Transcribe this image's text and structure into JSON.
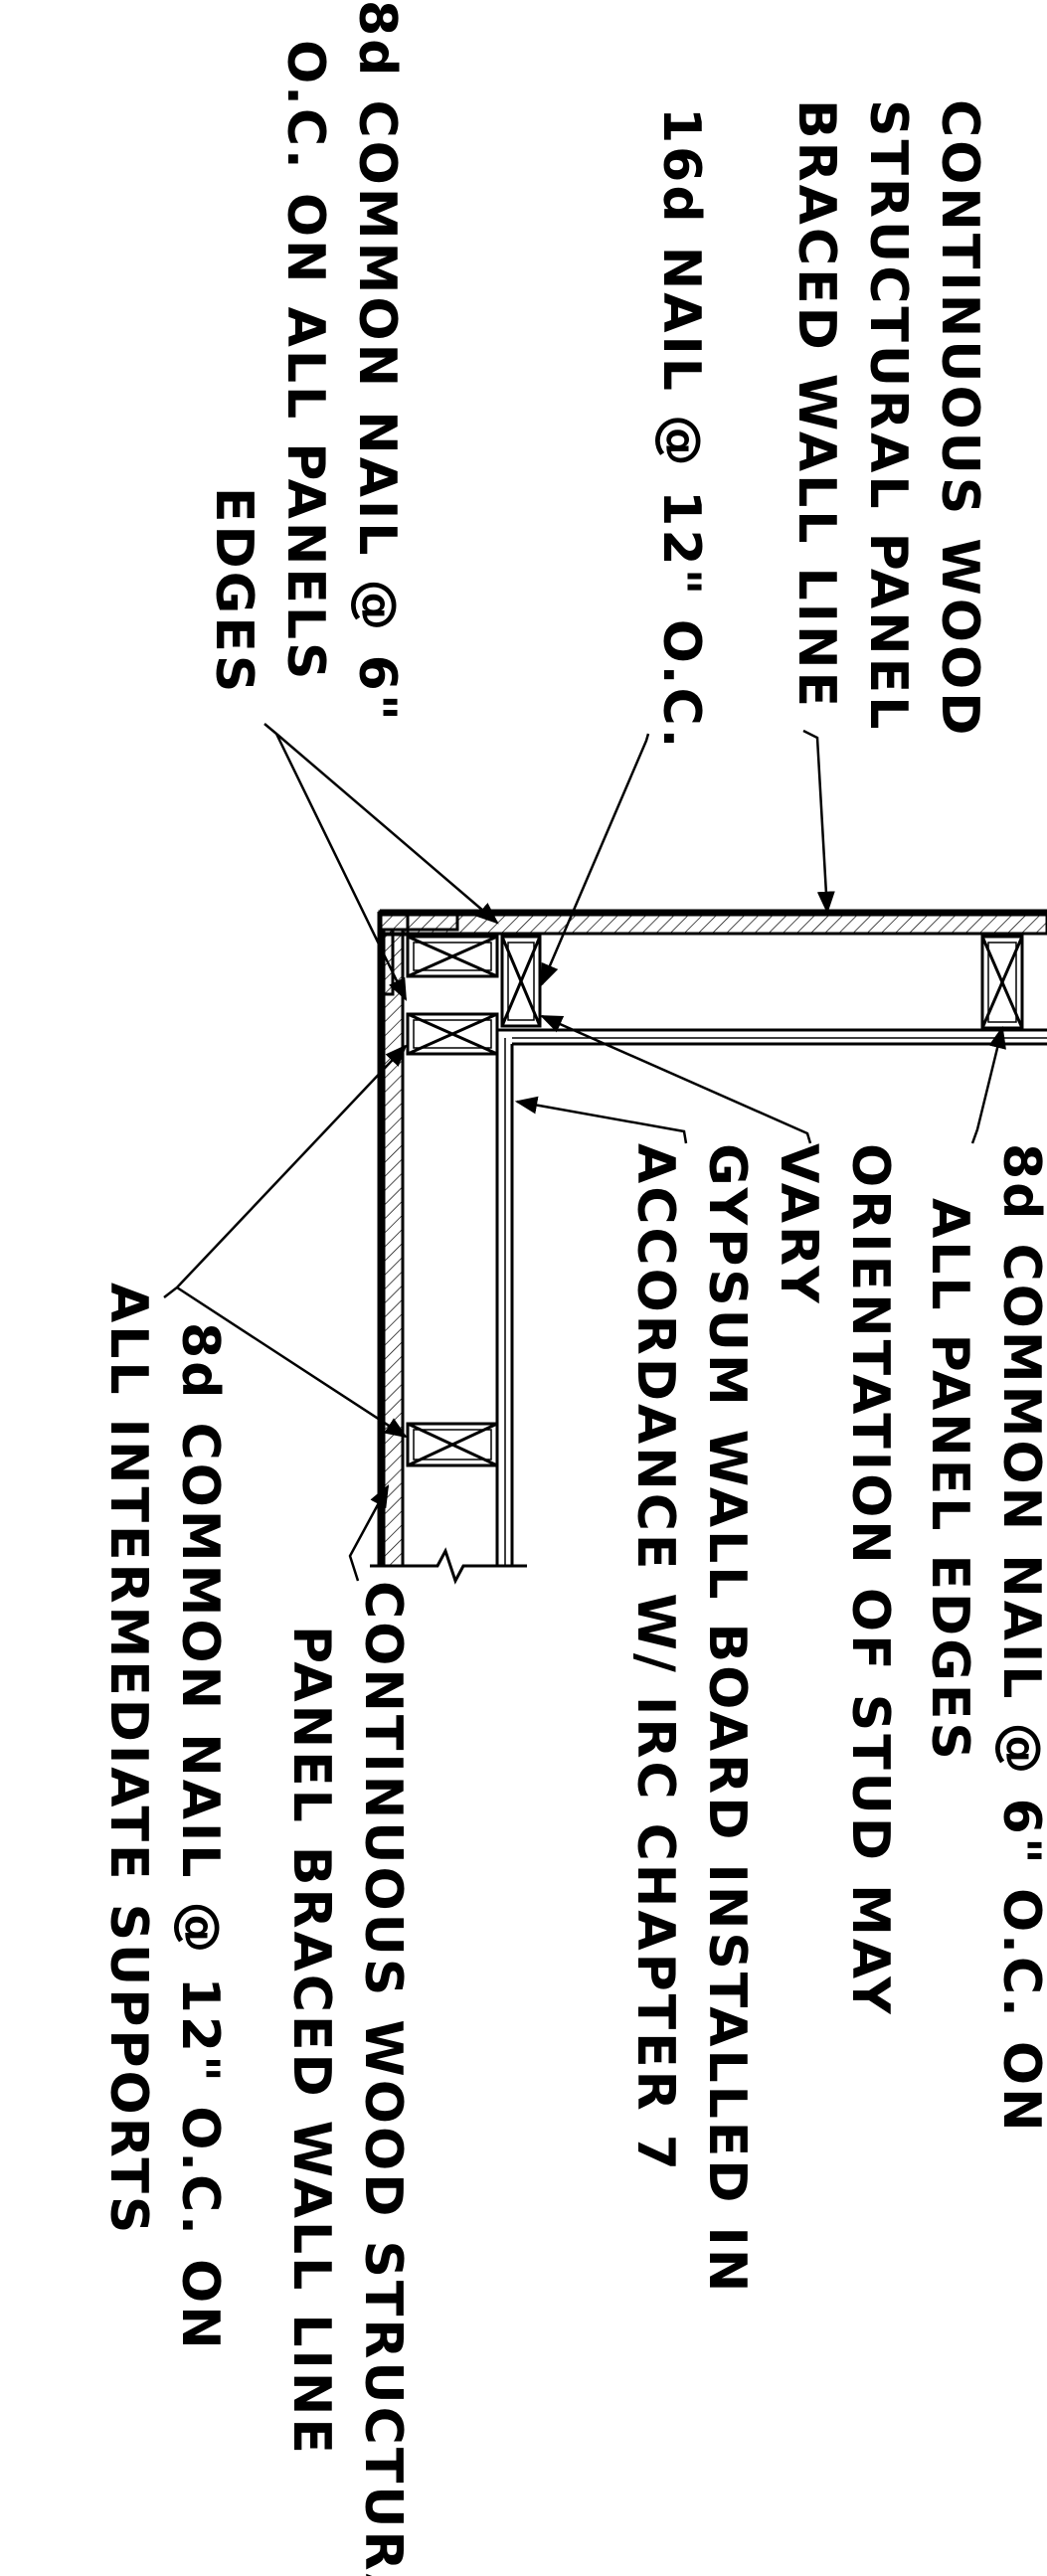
{
  "labels": {
    "wall_line_top": [
      "CONTINUOUS WOOD",
      "STRUCTURAL PANEL",
      "BRACED WALL LINE"
    ],
    "nail_16d": "16d NAIL @ 12\" O.C.",
    "nail_8d_edges_left": [
      "8d COMMON NAIL @ 6\"",
      "O.C. ON ALL PANELS",
      "EDGES"
    ],
    "nail_8d_edges_right": [
      "8d COMMON NAIL @ 6\" O.C. ON",
      "ALL PANEL EDGES"
    ],
    "stud_orientation": [
      "ORIENTATION OF STUD MAY",
      "VARY"
    ],
    "gypsum": [
      "GYPSUM WALL BOARD INSTALLED IN",
      "ACCORDANCE W/ IRC CHAPTER 7"
    ],
    "wall_line_bottom": [
      "CONTINUOUS WOOD STRUCTURAL",
      "PANEL BRACED WALL LINE"
    ],
    "nail_8d_intermediate": [
      "8d COMMON NAIL @ 12\" O.C. ON",
      "ALL INTERMEDIATE SUPPORTS"
    ]
  },
  "colors": {
    "ink": "#000000",
    "paper": "#ffffff"
  }
}
